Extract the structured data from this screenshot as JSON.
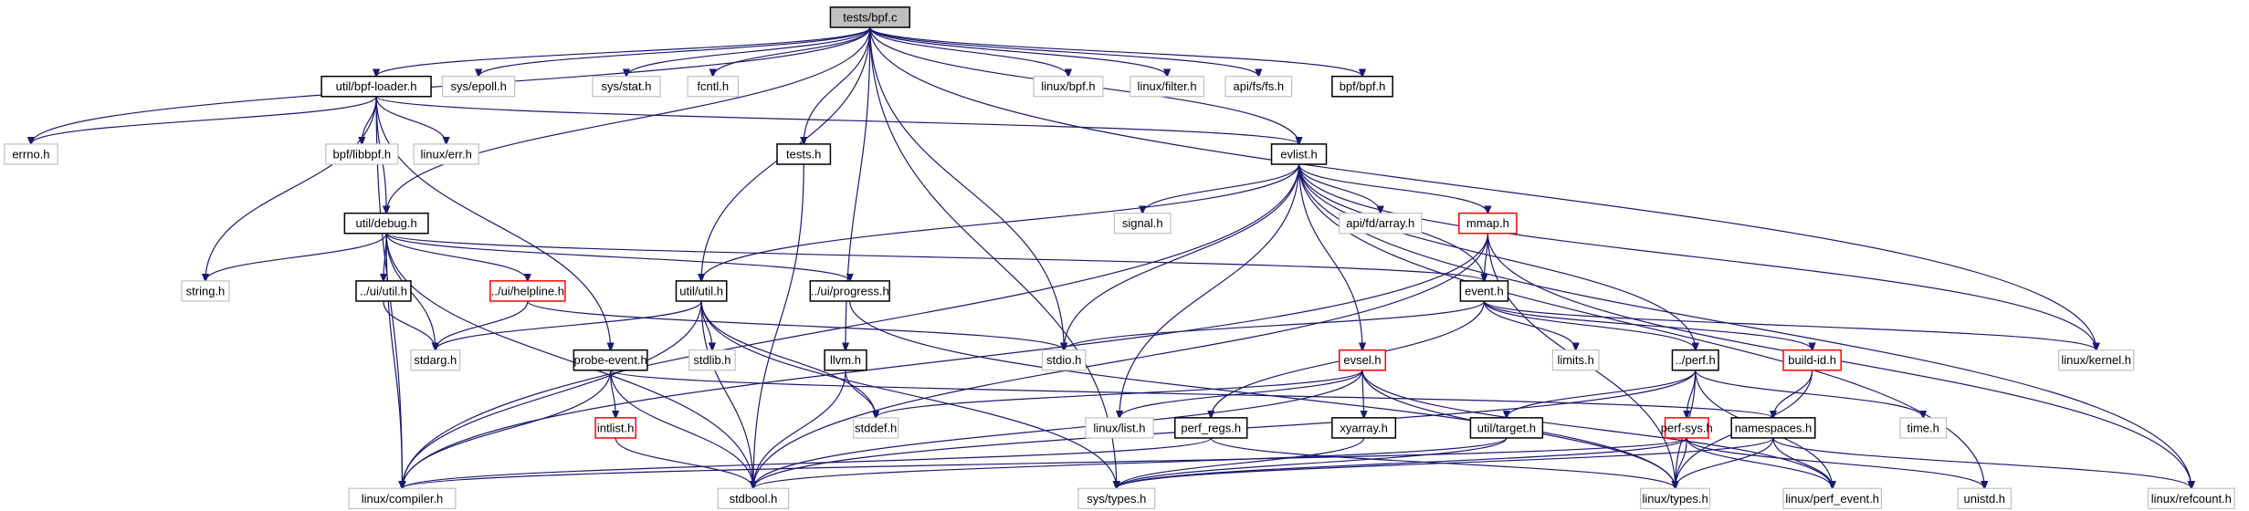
{
  "title": "tests/bpf.c include dependency graph",
  "legend_colors": {
    "root_fill": "#bfbfbf",
    "documented_border": "#000000",
    "undocumented_border": "#bfbfbf",
    "truncated_border": "#ff0000",
    "edge": "#191970"
  },
  "nodes": [
    {
      "id": "bpf_c",
      "label": "tests/bpf.c",
      "kind": "root"
    },
    {
      "id": "bpf_loader",
      "label": "util/bpf-loader.h",
      "kind": "documented"
    },
    {
      "id": "sys_epoll",
      "label": "sys/epoll.h",
      "kind": "external"
    },
    {
      "id": "sys_stat",
      "label": "sys/stat.h",
      "kind": "external"
    },
    {
      "id": "fcntl",
      "label": "fcntl.h",
      "kind": "external"
    },
    {
      "id": "linux_bpf",
      "label": "linux/bpf.h",
      "kind": "external"
    },
    {
      "id": "linux_filter",
      "label": "linux/filter.h",
      "kind": "external"
    },
    {
      "id": "api_fs",
      "label": "api/fs/fs.h",
      "kind": "external"
    },
    {
      "id": "bpf_bpf",
      "label": "bpf/bpf.h",
      "kind": "documented"
    },
    {
      "id": "errno",
      "label": "errno.h",
      "kind": "external"
    },
    {
      "id": "libbpf",
      "label": "bpf/libbpf.h",
      "kind": "external"
    },
    {
      "id": "linux_err",
      "label": "linux/err.h",
      "kind": "external"
    },
    {
      "id": "tests_h",
      "label": "tests.h",
      "kind": "documented"
    },
    {
      "id": "evlist",
      "label": "evlist.h",
      "kind": "documented"
    },
    {
      "id": "util_debug",
      "label": "util/debug.h",
      "kind": "documented"
    },
    {
      "id": "signal",
      "label": "signal.h",
      "kind": "external"
    },
    {
      "id": "fd_array",
      "label": "api/fd/array.h",
      "kind": "external"
    },
    {
      "id": "mmap",
      "label": "mmap.h",
      "kind": "truncated"
    },
    {
      "id": "string",
      "label": "string.h",
      "kind": "external"
    },
    {
      "id": "ui_util",
      "label": "../ui/util.h",
      "kind": "documented"
    },
    {
      "id": "ui_helpline",
      "label": "../ui/helpline.h",
      "kind": "truncated"
    },
    {
      "id": "util_util",
      "label": "util/util.h",
      "kind": "documented"
    },
    {
      "id": "ui_progress",
      "label": "../ui/progress.h",
      "kind": "documented"
    },
    {
      "id": "event",
      "label": "event.h",
      "kind": "documented"
    },
    {
      "id": "stdarg",
      "label": "stdarg.h",
      "kind": "external"
    },
    {
      "id": "probe_event",
      "label": "probe-event.h",
      "kind": "documented"
    },
    {
      "id": "stdlib",
      "label": "stdlib.h",
      "kind": "external"
    },
    {
      "id": "llvm",
      "label": "llvm.h",
      "kind": "documented"
    },
    {
      "id": "stdio",
      "label": "stdio.h",
      "kind": "external"
    },
    {
      "id": "evsel",
      "label": "evsel.h",
      "kind": "truncated"
    },
    {
      "id": "limits",
      "label": "limits.h",
      "kind": "external"
    },
    {
      "id": "perf_h",
      "label": "../perf.h",
      "kind": "documented"
    },
    {
      "id": "build_id",
      "label": "build-id.h",
      "kind": "truncated"
    },
    {
      "id": "linux_kernel",
      "label": "linux/kernel.h",
      "kind": "external"
    },
    {
      "id": "intlist",
      "label": "intlist.h",
      "kind": "truncated"
    },
    {
      "id": "stddef",
      "label": "stddef.h",
      "kind": "external"
    },
    {
      "id": "linux_list",
      "label": "linux/list.h",
      "kind": "external"
    },
    {
      "id": "perf_regs",
      "label": "perf_regs.h",
      "kind": "documented"
    },
    {
      "id": "xyarray",
      "label": "xyarray.h",
      "kind": "documented"
    },
    {
      "id": "util_target",
      "label": "util/target.h",
      "kind": "documented"
    },
    {
      "id": "perf_sys",
      "label": "perf-sys.h",
      "kind": "truncated"
    },
    {
      "id": "namespaces",
      "label": "namespaces.h",
      "kind": "documented"
    },
    {
      "id": "time",
      "label": "time.h",
      "kind": "external"
    },
    {
      "id": "linux_compiler",
      "label": "linux/compiler.h",
      "kind": "external"
    },
    {
      "id": "stdbool",
      "label": "stdbool.h",
      "kind": "external"
    },
    {
      "id": "sys_types",
      "label": "sys/types.h",
      "kind": "external"
    },
    {
      "id": "linux_types",
      "label": "linux/types.h",
      "kind": "external"
    },
    {
      "id": "linux_perf_event",
      "label": "linux/perf_event.h",
      "kind": "external"
    },
    {
      "id": "unistd",
      "label": "unistd.h",
      "kind": "external"
    },
    {
      "id": "linux_refcount",
      "label": "linux/refcount.h",
      "kind": "external"
    }
  ],
  "edges": [
    [
      "bpf_c",
      "bpf_loader"
    ],
    [
      "bpf_c",
      "sys_epoll"
    ],
    [
      "bpf_c",
      "sys_stat"
    ],
    [
      "bpf_c",
      "fcntl"
    ],
    [
      "bpf_c",
      "linux_bpf"
    ],
    [
      "bpf_c",
      "linux_filter"
    ],
    [
      "bpf_c",
      "api_fs"
    ],
    [
      "bpf_c",
      "bpf_bpf"
    ],
    [
      "bpf_c",
      "errno"
    ],
    [
      "bpf_c",
      "tests_h"
    ],
    [
      "bpf_c",
      "evlist"
    ],
    [
      "bpf_c",
      "util_debug"
    ],
    [
      "bpf_c",
      "util_util"
    ],
    [
      "bpf_c",
      "llvm"
    ],
    [
      "bpf_c",
      "stdio"
    ],
    [
      "bpf_c",
      "sys_types"
    ],
    [
      "bpf_c",
      "linux_kernel"
    ],
    [
      "bpf_loader",
      "errno"
    ],
    [
      "bpf_loader",
      "libbpf"
    ],
    [
      "bpf_loader",
      "linux_err"
    ],
    [
      "bpf_loader",
      "string"
    ],
    [
      "bpf_loader",
      "util_debug"
    ],
    [
      "bpf_loader",
      "probe_event"
    ],
    [
      "bpf_loader",
      "evlist"
    ],
    [
      "bpf_loader",
      "linux_compiler"
    ],
    [
      "tests_h",
      "stdbool"
    ],
    [
      "evlist",
      "signal"
    ],
    [
      "evlist",
      "fd_array"
    ],
    [
      "evlist",
      "mmap"
    ],
    [
      "evlist",
      "event"
    ],
    [
      "evlist",
      "evsel"
    ],
    [
      "evlist",
      "util_util"
    ],
    [
      "evlist",
      "linux_list"
    ],
    [
      "evlist",
      "perf_h"
    ],
    [
      "evlist",
      "stdio"
    ],
    [
      "evlist",
      "linux_kernel"
    ],
    [
      "evlist",
      "linux_refcount"
    ],
    [
      "evlist",
      "unistd"
    ],
    [
      "evlist",
      "linux_compiler"
    ],
    [
      "util_debug",
      "string"
    ],
    [
      "util_debug",
      "ui_util"
    ],
    [
      "util_debug",
      "ui_helpline"
    ],
    [
      "util_debug",
      "ui_progress"
    ],
    [
      "util_debug",
      "event"
    ],
    [
      "util_debug",
      "linux_compiler"
    ],
    [
      "util_debug",
      "stdbool"
    ],
    [
      "util_debug",
      "stdarg"
    ],
    [
      "ui_util",
      "stdarg"
    ],
    [
      "ui_helpline",
      "stdarg"
    ],
    [
      "ui_helpline",
      "stdio"
    ],
    [
      "util_util",
      "stdarg"
    ],
    [
      "util_util",
      "stdlib"
    ],
    [
      "util_util",
      "stddef"
    ],
    [
      "util_util",
      "linux_compiler"
    ],
    [
      "util_util",
      "stdbool"
    ],
    [
      "util_util",
      "sys_types"
    ],
    [
      "ui_progress",
      "linux_types"
    ],
    [
      "mmap",
      "event"
    ],
    [
      "mmap",
      "linux_compiler"
    ],
    [
      "mmap",
      "stdbool"
    ],
    [
      "mmap",
      "linux_types"
    ],
    [
      "mmap",
      "linux_refcount"
    ],
    [
      "event",
      "stdio"
    ],
    [
      "event",
      "limits"
    ],
    [
      "event",
      "perf_h"
    ],
    [
      "event",
      "build_id"
    ],
    [
      "event",
      "linux_kernel"
    ],
    [
      "event",
      "perf_regs"
    ],
    [
      "probe_event",
      "intlist"
    ],
    [
      "probe_event",
      "linux_compiler"
    ],
    [
      "probe_event",
      "stdbool"
    ],
    [
      "probe_event",
      "namespaces"
    ],
    [
      "llvm",
      "stddef"
    ],
    [
      "llvm",
      "stdbool"
    ],
    [
      "evsel",
      "stddef"
    ],
    [
      "evsel",
      "linux_list"
    ],
    [
      "evsel",
      "xyarray"
    ],
    [
      "evsel",
      "stdbool"
    ],
    [
      "evsel",
      "linux_types"
    ],
    [
      "evsel",
      "linux_perf_event"
    ],
    [
      "perf_h",
      "util_target"
    ],
    [
      "perf_h",
      "perf_sys"
    ],
    [
      "perf_h",
      "time"
    ],
    [
      "perf_h",
      "linux_types"
    ],
    [
      "perf_h",
      "stdbool"
    ],
    [
      "perf_h",
      "linux_perf_event"
    ],
    [
      "build_id",
      "namespaces"
    ],
    [
      "build_id",
      "linux_types"
    ],
    [
      "intlist",
      "stdbool"
    ],
    [
      "perf_regs",
      "linux_types"
    ],
    [
      "perf_regs",
      "linux_compiler"
    ],
    [
      "xyarray",
      "sys_types"
    ],
    [
      "util_target",
      "sys_types"
    ],
    [
      "util_target",
      "stdbool"
    ],
    [
      "perf_sys",
      "unistd"
    ],
    [
      "perf_sys",
      "sys_types"
    ],
    [
      "perf_sys",
      "linux_types"
    ],
    [
      "perf_sys",
      "linux_perf_event"
    ],
    [
      "perf_sys",
      "linux_compiler"
    ],
    [
      "namespaces",
      "sys_types"
    ],
    [
      "namespaces",
      "linux_types"
    ],
    [
      "namespaces",
      "linux_perf_event"
    ],
    [
      "namespaces",
      "linux_refcount"
    ]
  ]
}
